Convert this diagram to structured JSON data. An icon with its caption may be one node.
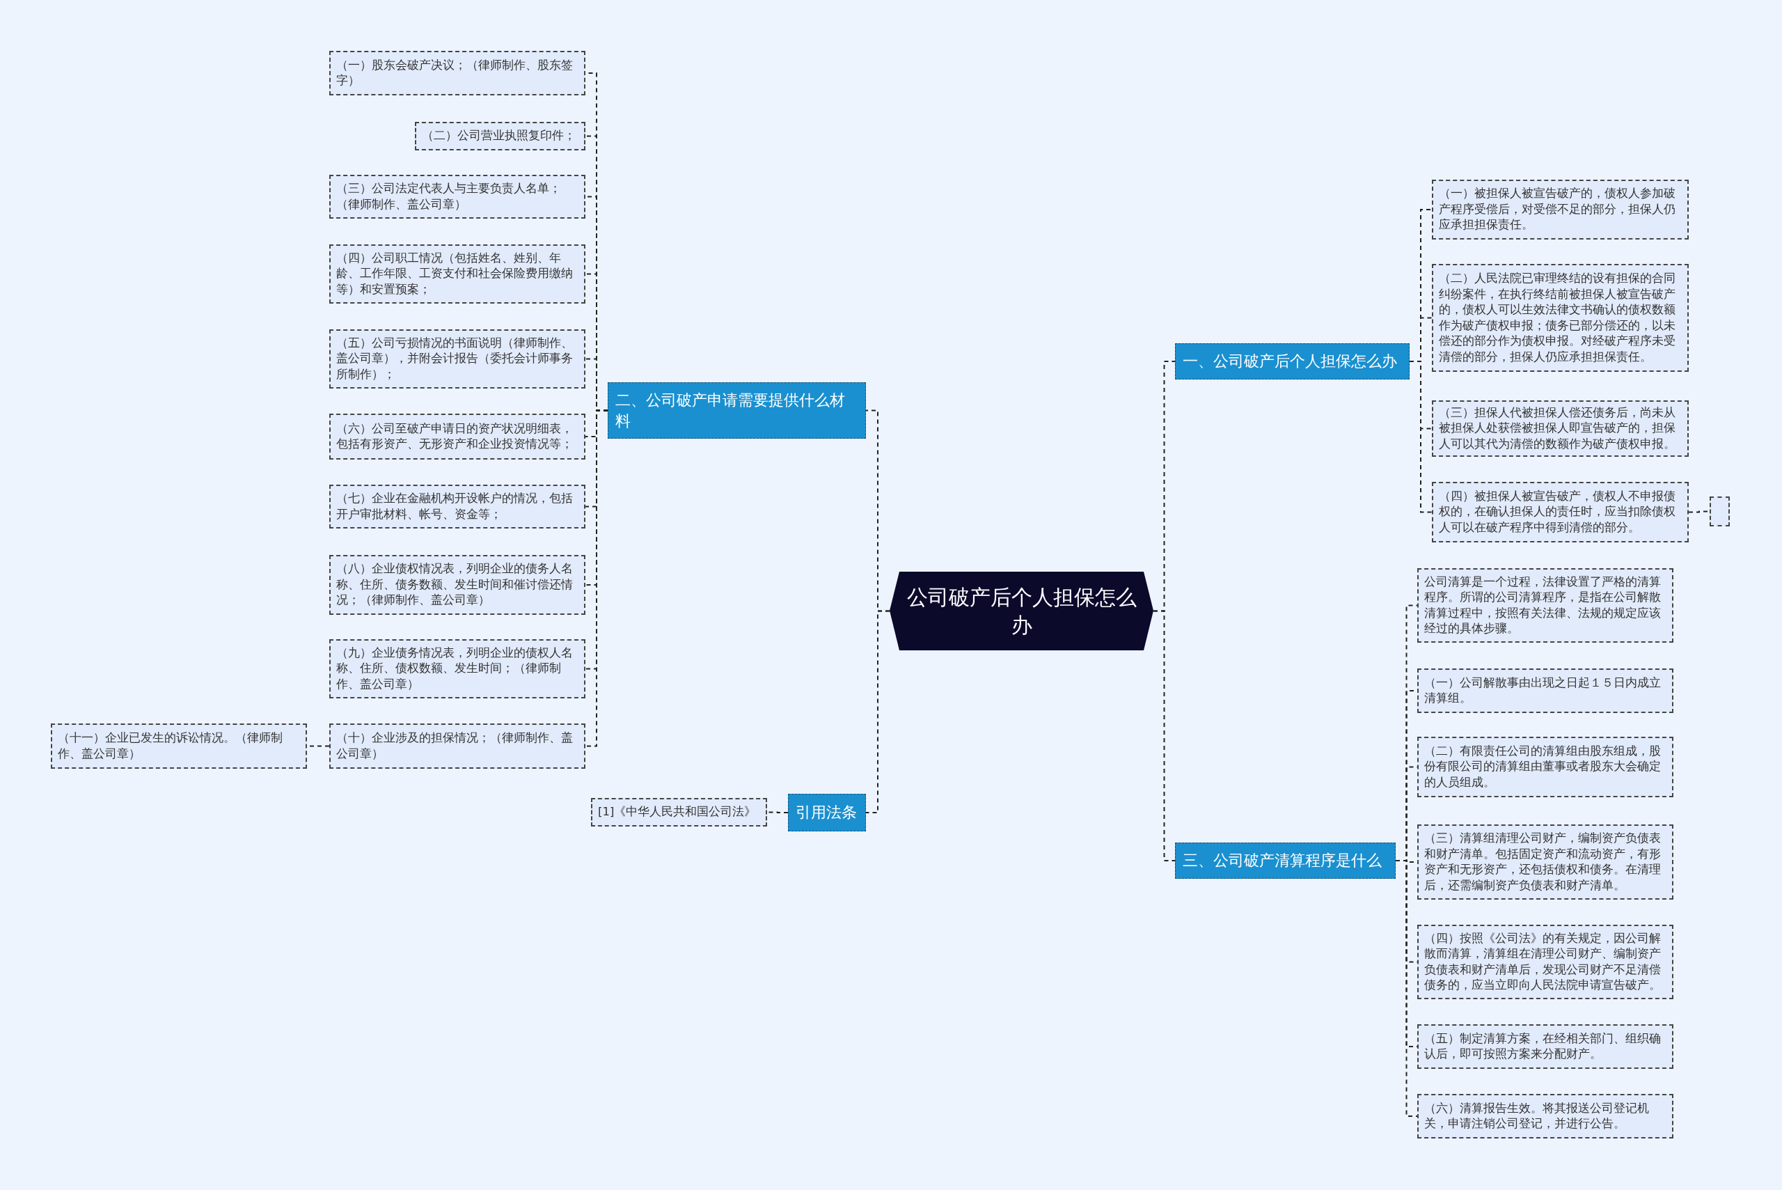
{
  "diagram": {
    "nodes": [
      {
        "text": [
          "公司破产后个人担保怎么办"
        ]
      },
      {
        "text": [
          "一、公司破产后个人担保怎么办"
        ]
      },
      {
        "text": [
          "（一）被担保人被宣告破产的，债权人参加破产程序受偿后，对受偿不足的部分，担保人仍应承担担保责任。"
        ]
      },
      {
        "text": [
          "（二）人民法院已审理终结的设有担保的合同纠纷案件，在执行终结前被担保人被宣告破产的，债权人可以生效法律文书确认的债权数额作为破产债权申报；债务已部分偿还的，以未偿还的部分作为债权申报。对经破产程序未受清偿的部分，担保人仍应承担担保责任。"
        ]
      },
      {
        "text": [
          "（三）担保人代被担保人偿还债务后，尚未从被担保人处获偿被担保人即宣告破产的，担保人可以其代为清偿的数额作为破产债权申报。"
        ]
      },
      {
        "text": [
          "（四）被担保人被宣告破产，债权人不申报债权的，在确认担保人的责任时，应当扣除债权人可以在破产程序中得到清偿的部分。"
        ]
      },
      {
        "text": [],
        "shape": "box"
      },
      {
        "text": [
          "二、公司破产申请需要提供什么材料"
        ]
      },
      {
        "text": [
          "（一）股东会破产决议；（律师制作、股东签字）"
        ]
      },
      {
        "text": [
          "（二）公司营业执照复印件；"
        ]
      },
      {
        "text": [
          "（三）公司法定代表人与主要负责人名单；（律师制作、盖公司章）"
        ]
      },
      {
        "text": [
          "（四）公司职工情况（包括姓名、姓别、年龄、工作年限、工资支付和社会保险费用缴纳等）和安置预案；"
        ]
      },
      {
        "text": [
          "（五）公司亏损情况的书面说明（律师制作、盖公司章），并附会计报告（委托会计师事务所制作）；"
        ]
      },
      {
        "text": [
          "（六）公司至破产申请日的资产状况明细表，包括有形资产、无形资产和企业投资情况等；"
        ]
      },
      {
        "text": [
          "（七）企业在金融机构开设帐户的情况，包括开户审批材料、帐号、资金等；"
        ]
      },
      {
        "text": [
          "（八）企业债权情况表，列明企业的债务人名称、住所、债务数额、发生时间和催讨偿还情况；（律师制作、盖公司章）"
        ]
      },
      {
        "text": [
          "（九）企业债务情况表，列明企业的债权人名称、住所、债权数额、发生时间；（律师制作、盖公司章）"
        ]
      },
      {
        "text": [
          "（十）企业涉及的担保情况；（律师制作、盖公司章）"
        ]
      },
      {
        "text": [
          "（十一）企业已发生的诉讼情况。（律师制作、盖公司章）"
        ]
      },
      {
        "text": [
          "引用法条"
        ]
      },
      {
        "text": [
          "[1]《中华人民共和国公司法》"
        ]
      },
      {
        "text": [
          "三、公司破产清算程序是什么"
        ]
      },
      {
        "text": [
          "公司清算是一个过程，法律设置了严格的清算程序。所谓的公司清算程序，是指在公司解散清算过程中，按照有关法律、法规的规定应该经过的具体步骤。"
        ]
      },
      {
        "text": [
          "（一）公司解散事由出现之日起１５日内成立清算组。"
        ]
      },
      {
        "text": [
          "（二）有限责任公司的清算组由股东组成，股份有限公司的清算组由董事或者股东大会确定的人员组成。"
        ]
      },
      {
        "text": [
          "（三）清算组清理公司财产，编制资产负债表和财产清单。包括固定资产和流动资产，有形资产和无形资产，还包括债权和债务。在清理后，还需编制资产负债表和财产清单。"
        ]
      },
      {
        "text": [
          "（四）按照《公司法》的有关规定，因公司解散而清算，清算组在清理公司财产、编制资产负债表和财产清单后，发现公司财产不足清偿债务的，应当立即向人民法院申请宣告破产。"
        ]
      },
      {
        "text": [
          "（五）制定清算方案，在经相关部门、组织确认后，即可按照方案来分配财产。"
        ]
      },
      {
        "text": [
          "（六）清算报告生效。将其报送公司登记机关，申请注销公司登记，并进行公告。"
        ]
      }
    ],
    "edges": [
      {
        "from": 0,
        "to": 1,
        "arrow": "none"
      },
      {
        "from": 1,
        "to": 2,
        "arrow": "none"
      },
      {
        "from": 1,
        "to": 3,
        "arrow": "none"
      },
      {
        "from": 1,
        "to": 4,
        "arrow": "none"
      },
      {
        "from": 1,
        "to": 5,
        "arrow": "none"
      },
      {
        "from": 5,
        "to": 6,
        "arrow": "none"
      },
      {
        "from": 0,
        "to": 7,
        "arrow": "none"
      },
      {
        "from": 7,
        "to": 8,
        "arrow": "none"
      },
      {
        "from": 7,
        "to": 9,
        "arrow": "none"
      },
      {
        "from": 7,
        "to": 10,
        "arrow": "none"
      },
      {
        "from": 7,
        "to": 11,
        "arrow": "none"
      },
      {
        "from": 7,
        "to": 12,
        "arrow": "none"
      },
      {
        "from": 7,
        "to": 13,
        "arrow": "none"
      },
      {
        "from": 7,
        "to": 14,
        "arrow": "none"
      },
      {
        "from": 7,
        "to": 15,
        "arrow": "none"
      },
      {
        "from": 7,
        "to": 16,
        "arrow": "none"
      },
      {
        "from": 7,
        "to": 17,
        "arrow": "none"
      },
      {
        "from": 17,
        "to": 18,
        "arrow": "none"
      },
      {
        "from": 0,
        "to": 19,
        "arrow": "none"
      },
      {
        "from": 19,
        "to": 20,
        "arrow": "none"
      },
      {
        "from": 0,
        "to": 21,
        "arrow": "none"
      },
      {
        "from": 21,
        "to": 22,
        "arrow": "none"
      },
      {
        "from": 21,
        "to": 23,
        "arrow": "none"
      },
      {
        "from": 21,
        "to": 24,
        "arrow": "none"
      },
      {
        "from": 21,
        "to": 25,
        "arrow": "none"
      },
      {
        "from": 21,
        "to": 26,
        "arrow": "none"
      },
      {
        "from": 21,
        "to": 27,
        "arrow": "none"
      },
      {
        "from": 21,
        "to": 28,
        "arrow": "none"
      }
    ]
  }
}
